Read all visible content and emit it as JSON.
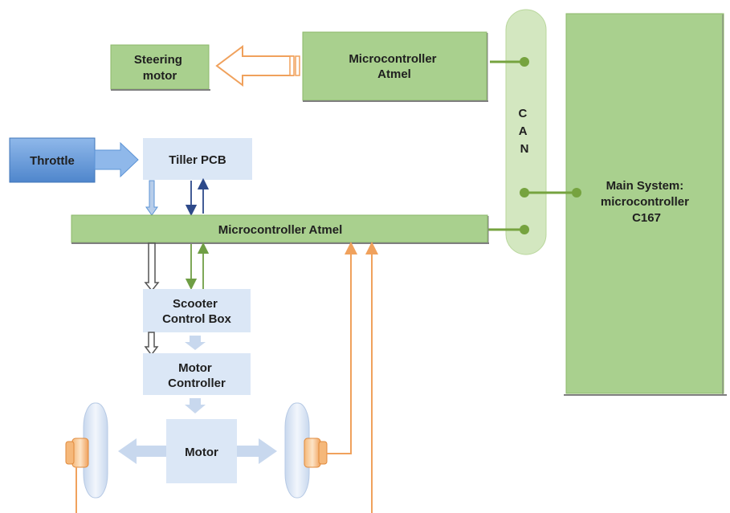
{
  "nodes": {
    "steering_motor": [
      "Steering",
      "motor"
    ],
    "mcu_top": [
      "Microcontroller",
      "Atmel"
    ],
    "throttle": "Throttle",
    "tiller_pcb": "Tiller PCB",
    "mcu_main": "Microcontroller Atmel",
    "scooter_box": [
      "Scooter",
      "Control Box"
    ],
    "motor_controller": [
      "Motor",
      "Controller"
    ],
    "motor": "Motor",
    "main_system": [
      "Main System:",
      "microcontroller",
      "C167"
    ]
  },
  "can_bus": {
    "letters": [
      "C",
      "A",
      "N"
    ]
  },
  "colors": {
    "green_fill": "#a9d08e",
    "green_edge": "#6f9e44",
    "green_dark": "#76a33f",
    "can_fill": "#d3e7c0",
    "light_blue": "#dbe7f6",
    "throttle_blue": "#5b93d5",
    "orange": "#f0a15c",
    "navy": "#2e4a8a",
    "olive": "#6f9e44"
  }
}
